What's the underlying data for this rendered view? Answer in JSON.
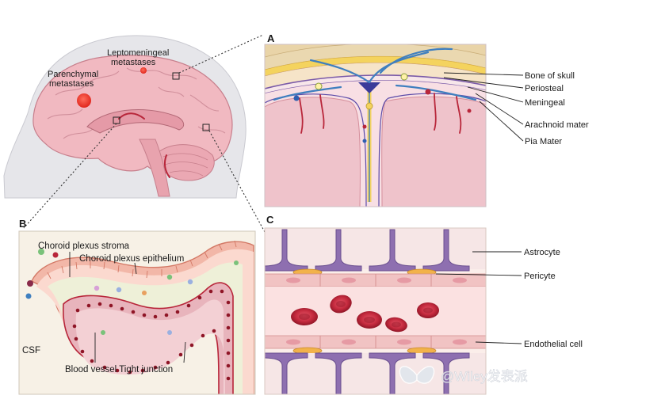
{
  "brain": {
    "label_leptomeningeal": "Leptomeningeal\nmetastases",
    "label_parenchymal": "Parenchymal\nmetastases"
  },
  "panel_a": {
    "letter": "A",
    "labels": [
      "Bone of skull",
      "Periosteal",
      "Meningeal",
      "Arachnoid mater",
      "Pia Mater"
    ]
  },
  "panel_b": {
    "letter": "B",
    "label_stroma": "Choroid plexus stroma",
    "label_epithelium": "Choroid plexus epithelium",
    "label_csf": "CSF",
    "label_bottom": "Blood vessel Tight junction"
  },
  "panel_c": {
    "letter": "C",
    "label_astrocyte": "Astrocyte",
    "label_pericyte": "Pericyte",
    "label_endothelial": "Endothelial cell"
  },
  "watermark": {
    "text": "@Wiley发表派"
  },
  "colors": {
    "tissue_pink": "#f3c9cf",
    "brain_pink": "#eaa9b4",
    "vessel_red": "#b8263a",
    "vein_blue": "#3f7fbf",
    "nerve_purple": "#7a5aa8",
    "bone_tan": "#e9d4a8",
    "periosteal_yellow": "#f4d35e"
  }
}
